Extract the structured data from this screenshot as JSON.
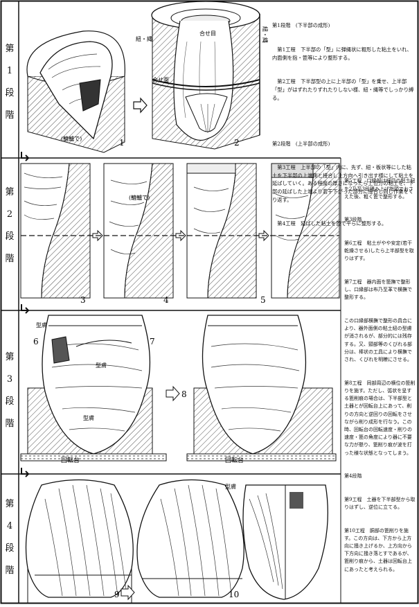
{
  "stages": [
    [
      "第",
      "1",
      "段",
      "階"
    ],
    [
      "第",
      "2",
      "段",
      "階"
    ],
    [
      "第",
      "3",
      "段",
      "階"
    ],
    [
      "第",
      "4",
      "段",
      "階"
    ]
  ],
  "figure_numbers": [
    "1",
    "2",
    "3",
    "4",
    "5",
    "6",
    "7",
    "8",
    "9",
    "10"
  ],
  "labels": {
    "rokuro": "(轆轤で)",
    "himo_nawa": "紐・縄",
    "awaseme": "合せ目",
    "awasemen": "合せ面",
    "himo_nawa_v": "紐・縄",
    "rokuro_fig3": "(轆轤で)",
    "katahada": "型膚",
    "kaitendai": "回転台"
  },
  "description": {
    "top_paragraphs": [
      "第1段階　(下半部の成形)",
      "　第1工程　下半部の「型」に弾縄状に粗形した粘土をいれ、内面側を指・箆等により整形する。",
      "　第2工程　下半部型の上に上半部の「型」を乗せ、上半部「型」がはずれたりずれたりしない様、紐・縄等でしっかり縛る。",
      "",
      "第2段階　(上半部の成形)",
      "　第3工程　上半部の「型」内に、先ず、紐・板状等にした粘土を下半部の上端側と接合し上方向へ引き出す様にして粘土を延ばしていく。ある程度の厚さになったら上位分の粘土を、下部の延ばした上端より若干下がった部分に接合し同じ作業をくり返す。",
      "　第4工程　延ばした粘土を箆で平らに整形する。"
    ],
    "side_paragraphs": [
      "第5工程　口縁部は細目の粘土紐を2乃至3段積み上げ指頭でおさえた後、粗く箆で整形する。",
      "第3段階",
      "第6工程　粘土がやや安定(若干乾燥させる)したら上半部型を取りはずす。",
      "第7工程　器内面を箆撫で整形し、口縁部は布乃至革で横撫で整形する。",
      "この口縁部横撫で整形の具合により、器外面側の粘土紐の型膚が消されるが、部分的には残存する。又、頸部等のくびれる部分は、棒状の工具により横撫でされ、くびれを明瞭にさせる。",
      "第8工程　同部周辺の横位の箆削りを施す。ただし、弧状を呈する箆削痕の場合は、下半部型と土器とが回転台上にあって、削りの方向と逆回りの回転をさせながら削り成形を行なう。この時、回転台の回転速度・削りの速度・箆の角度により器に不要な力が懸り、箆削り痕が波を打った様な状態となってしまう。",
      "第4段階",
      "第9工程　土器を下半部型から取りはずし、逆位に立てる。",
      "第10工程　胴部の箆削りを施す。この方向は、下方から上方向に掻き上げるか、上方向から下方向に掻き落とすであるが、箆削り痕から、土器は回転台上にあったと考えられる。"
    ]
  }
}
